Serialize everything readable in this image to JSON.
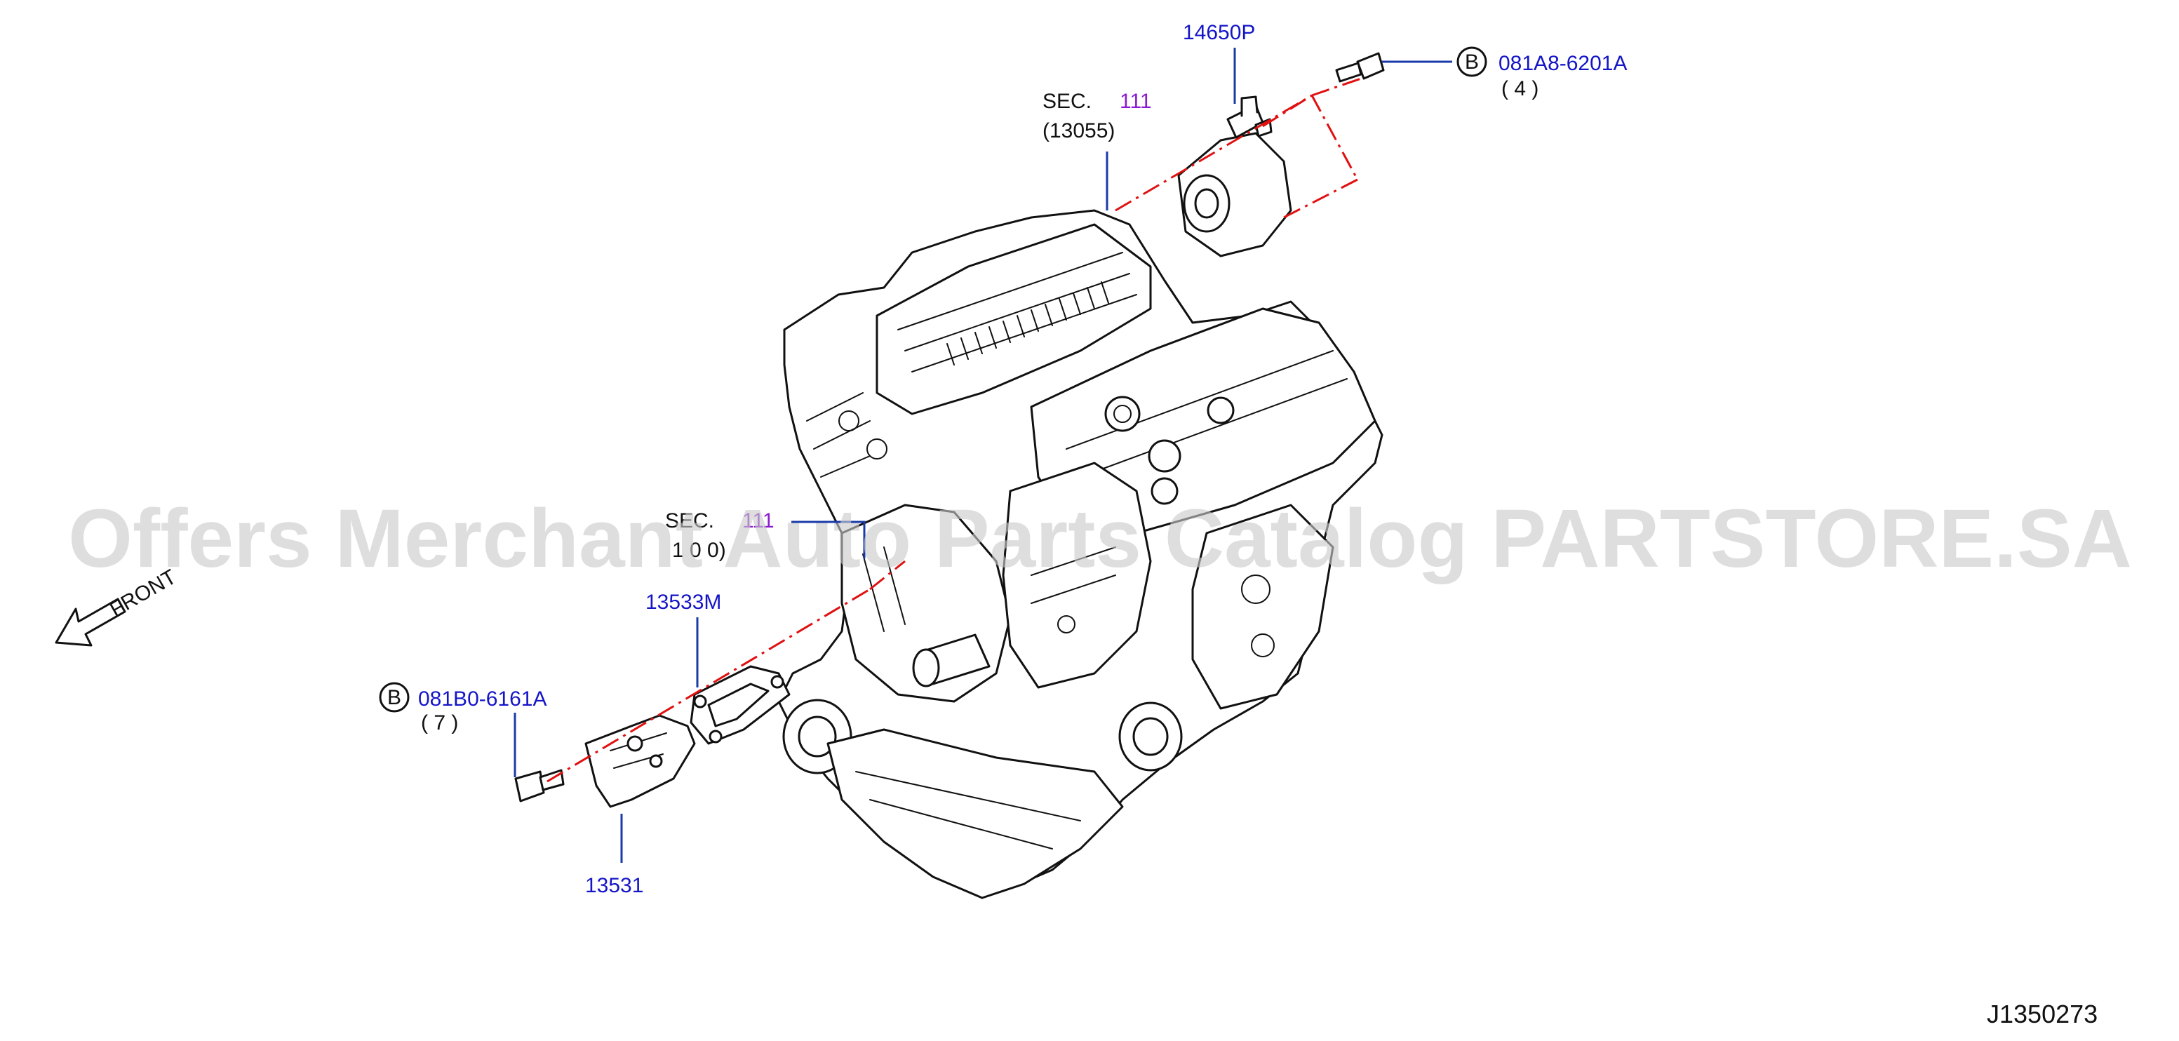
{
  "diagram": {
    "id": "J1350273",
    "watermark": "Offers Merchant Auto Parts Catalog PARTSTORE.SA",
    "front_label": "FRONT"
  },
  "callouts": {
    "part_14650p": "14650P",
    "bolt_top": {
      "letter": "B",
      "part": "081A8-6201A",
      "qty": "( 4 )"
    },
    "sec_top": {
      "prefix": "SEC.",
      "num": "111",
      "ref": "(13055)"
    },
    "sec_mid": {
      "prefix": "SEC.",
      "num": "111",
      "ref": "1 0 0)"
    },
    "part_13533m": "13533M",
    "bolt_left": {
      "letter": "B",
      "part": "081B0-6161A",
      "qty": "( 7 )"
    },
    "part_13531": "13531"
  },
  "colors": {
    "part_number": "#1515c8",
    "section_number": "#8a1bd0",
    "leader": "#1a3aa8",
    "center_line": "#e01010"
  }
}
